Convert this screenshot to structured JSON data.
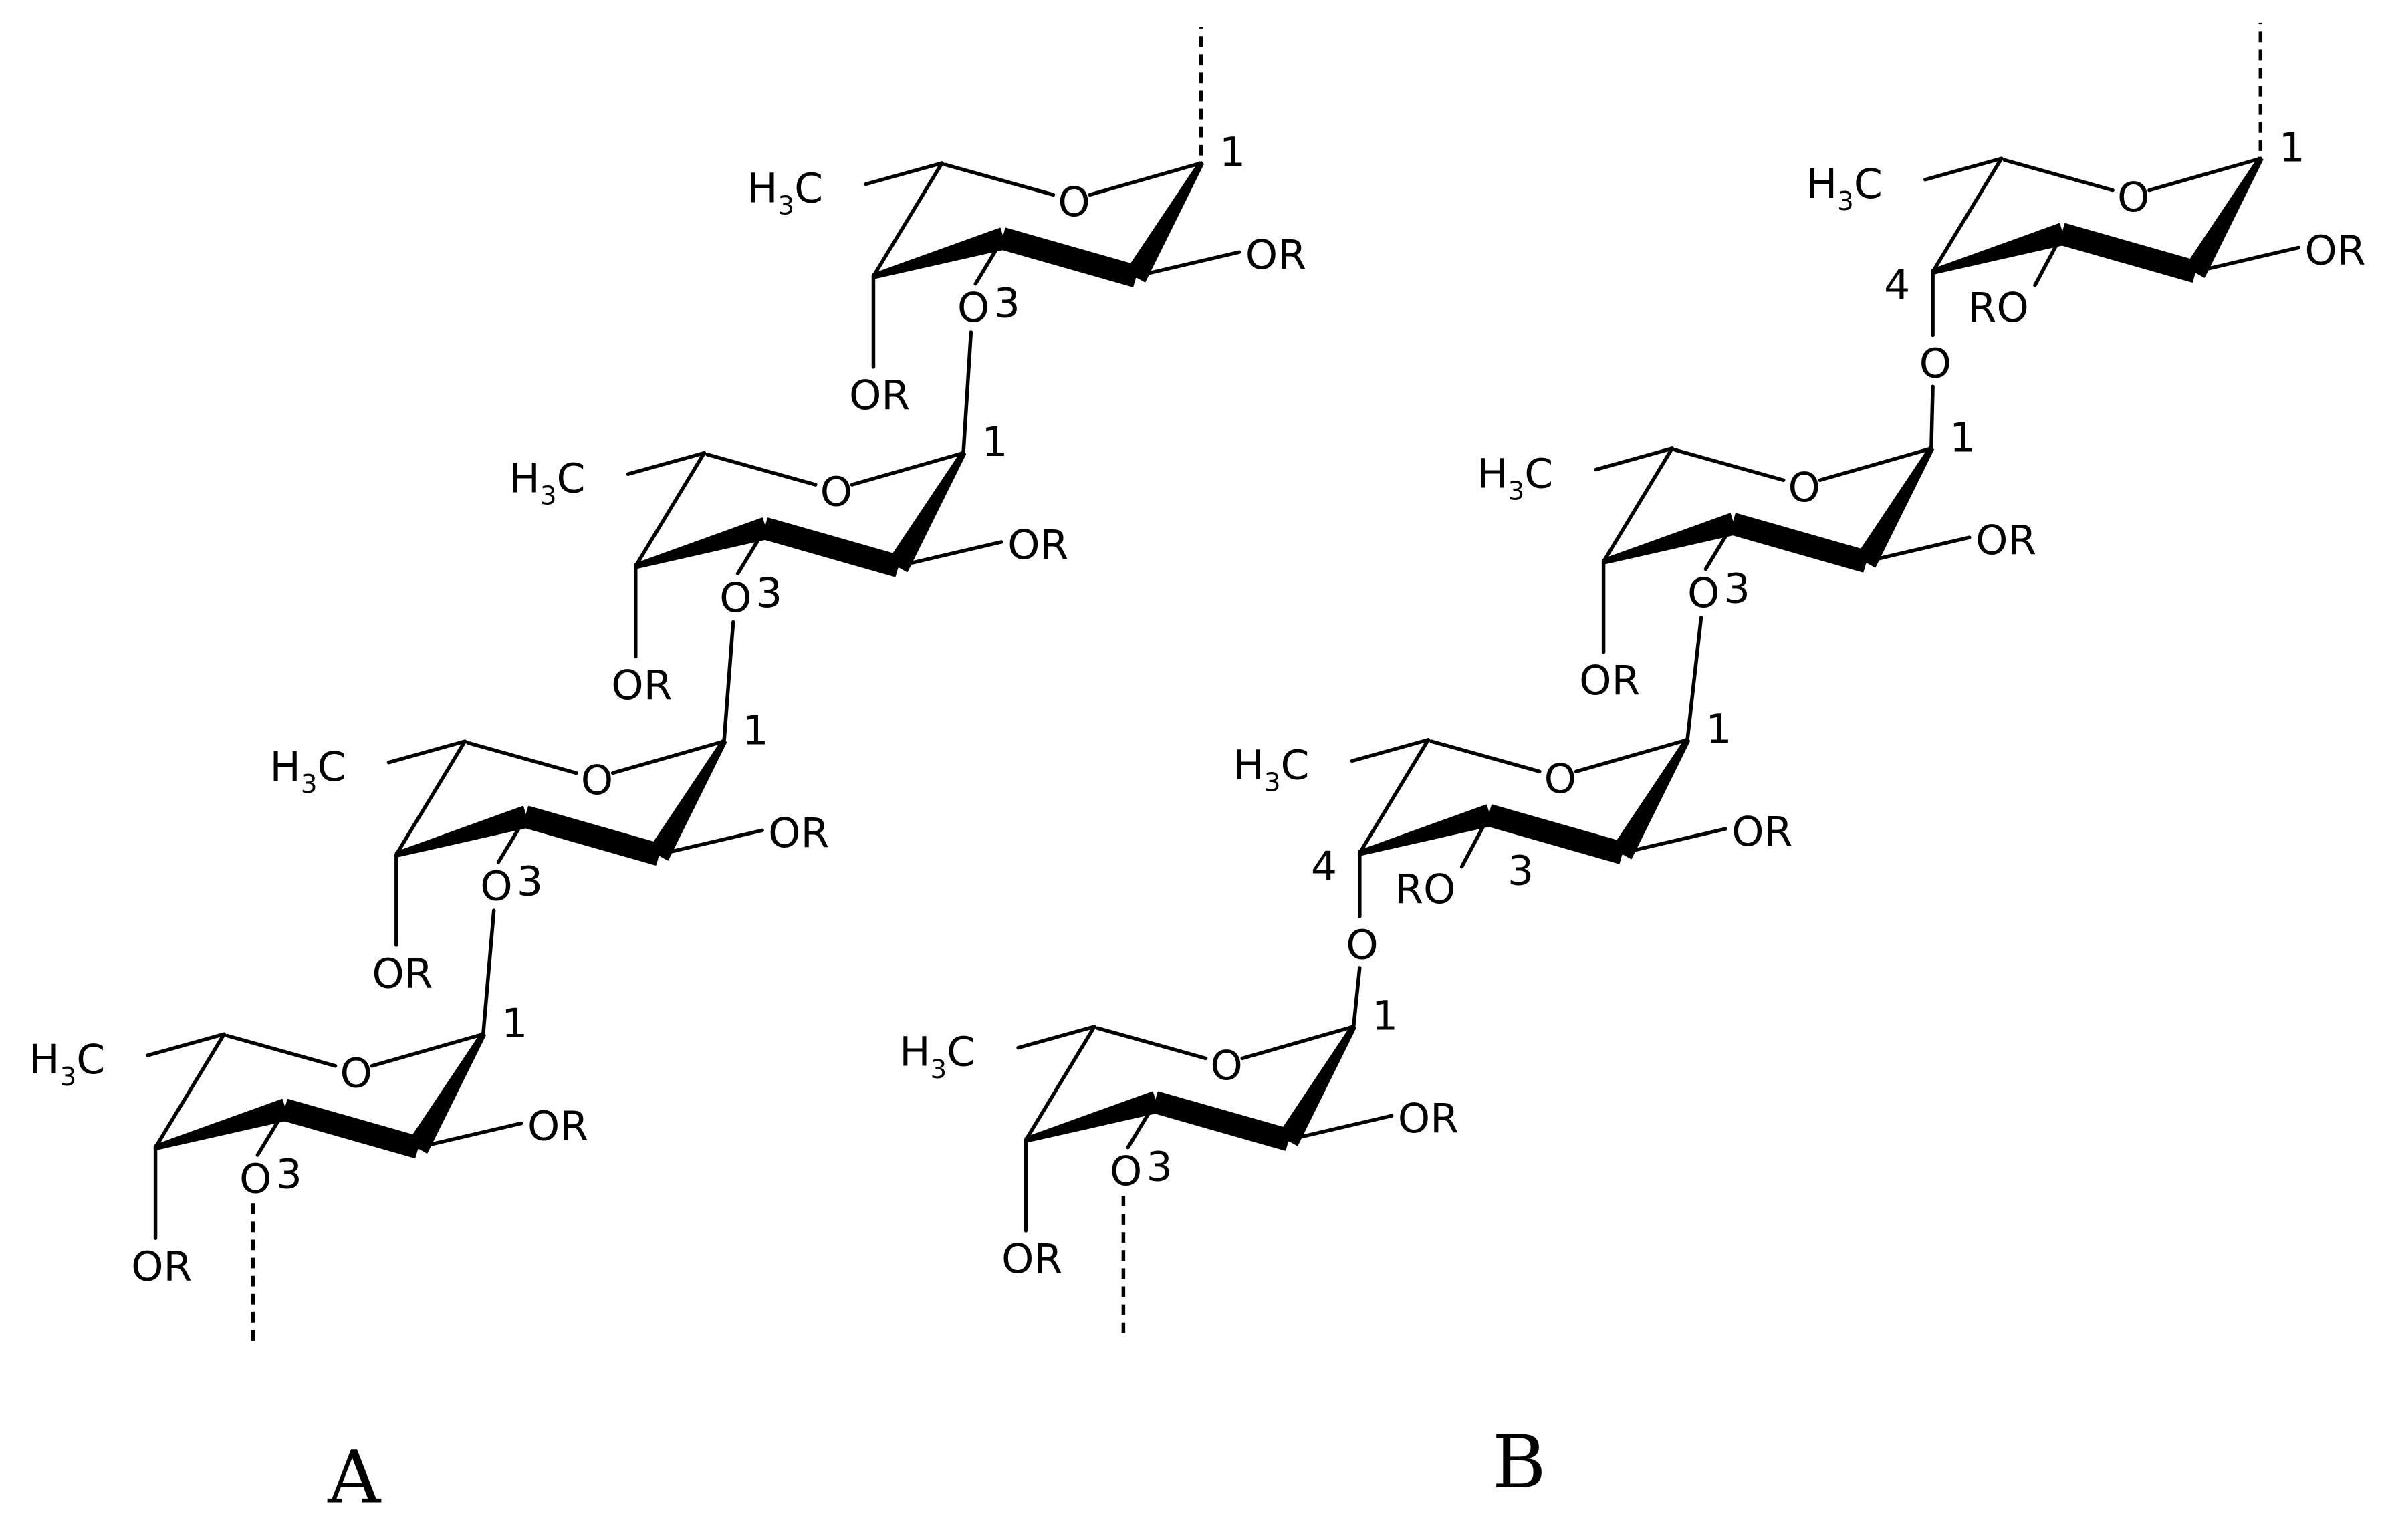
{
  "panels": [
    {
      "label": "A",
      "top_strand": "dashed",
      "bottom_strand": "dashed",
      "units": [
        {
          "methyl": "H3C",
          "ring_o": "O",
          "c1": "1",
          "or_c2": "OR",
          "or_c4": "OR",
          "link_o": "O",
          "link_num": "3",
          "rear": ""
        },
        {
          "methyl": "H3C",
          "ring_o": "O",
          "c1": "1",
          "or_c2": "OR",
          "or_c4": "OR",
          "link_o": "O",
          "link_num": "3",
          "rear": ""
        },
        {
          "methyl": "H3C",
          "ring_o": "O",
          "c1": "1",
          "or_c2": "OR",
          "or_c4": "OR",
          "link_o": "O",
          "link_num": "3",
          "rear": ""
        },
        {
          "methyl": "H3C",
          "ring_o": "O",
          "c1": "1",
          "or_c2": "OR",
          "or_c4": "OR",
          "link_o": "O",
          "link_num": "3",
          "rear": ""
        }
      ]
    },
    {
      "label": "B",
      "top_strand": "dashed",
      "bottom_strand": "dashed",
      "units": [
        {
          "methyl": "H3C",
          "ring_o": "O",
          "c1": "1",
          "or_c2": "OR",
          "or_c3": "RO",
          "c4": "4",
          "link_o": "O",
          "rear": ""
        },
        {
          "methyl": "H3C",
          "ring_o": "O",
          "c1": "1",
          "or_c2": "OR",
          "or_c4": "OR",
          "link_o": "O",
          "link_num": "3",
          "rear": ""
        },
        {
          "methyl": "H3C",
          "ring_o": "O",
          "c1": "1",
          "or_c2": "OR",
          "or_c3": "RO",
          "c4": "4",
          "link_o": "O",
          "num3": "3",
          "rear": ""
        },
        {
          "methyl": "H3C",
          "ring_o": "O",
          "c1": "1",
          "or_c2": "OR",
          "or_c4": "OR",
          "link_o": "O",
          "link_num": "3",
          "rear": ""
        }
      ]
    }
  ],
  "colors": {
    "ink": "#000000",
    "background": "#ffffff"
  }
}
